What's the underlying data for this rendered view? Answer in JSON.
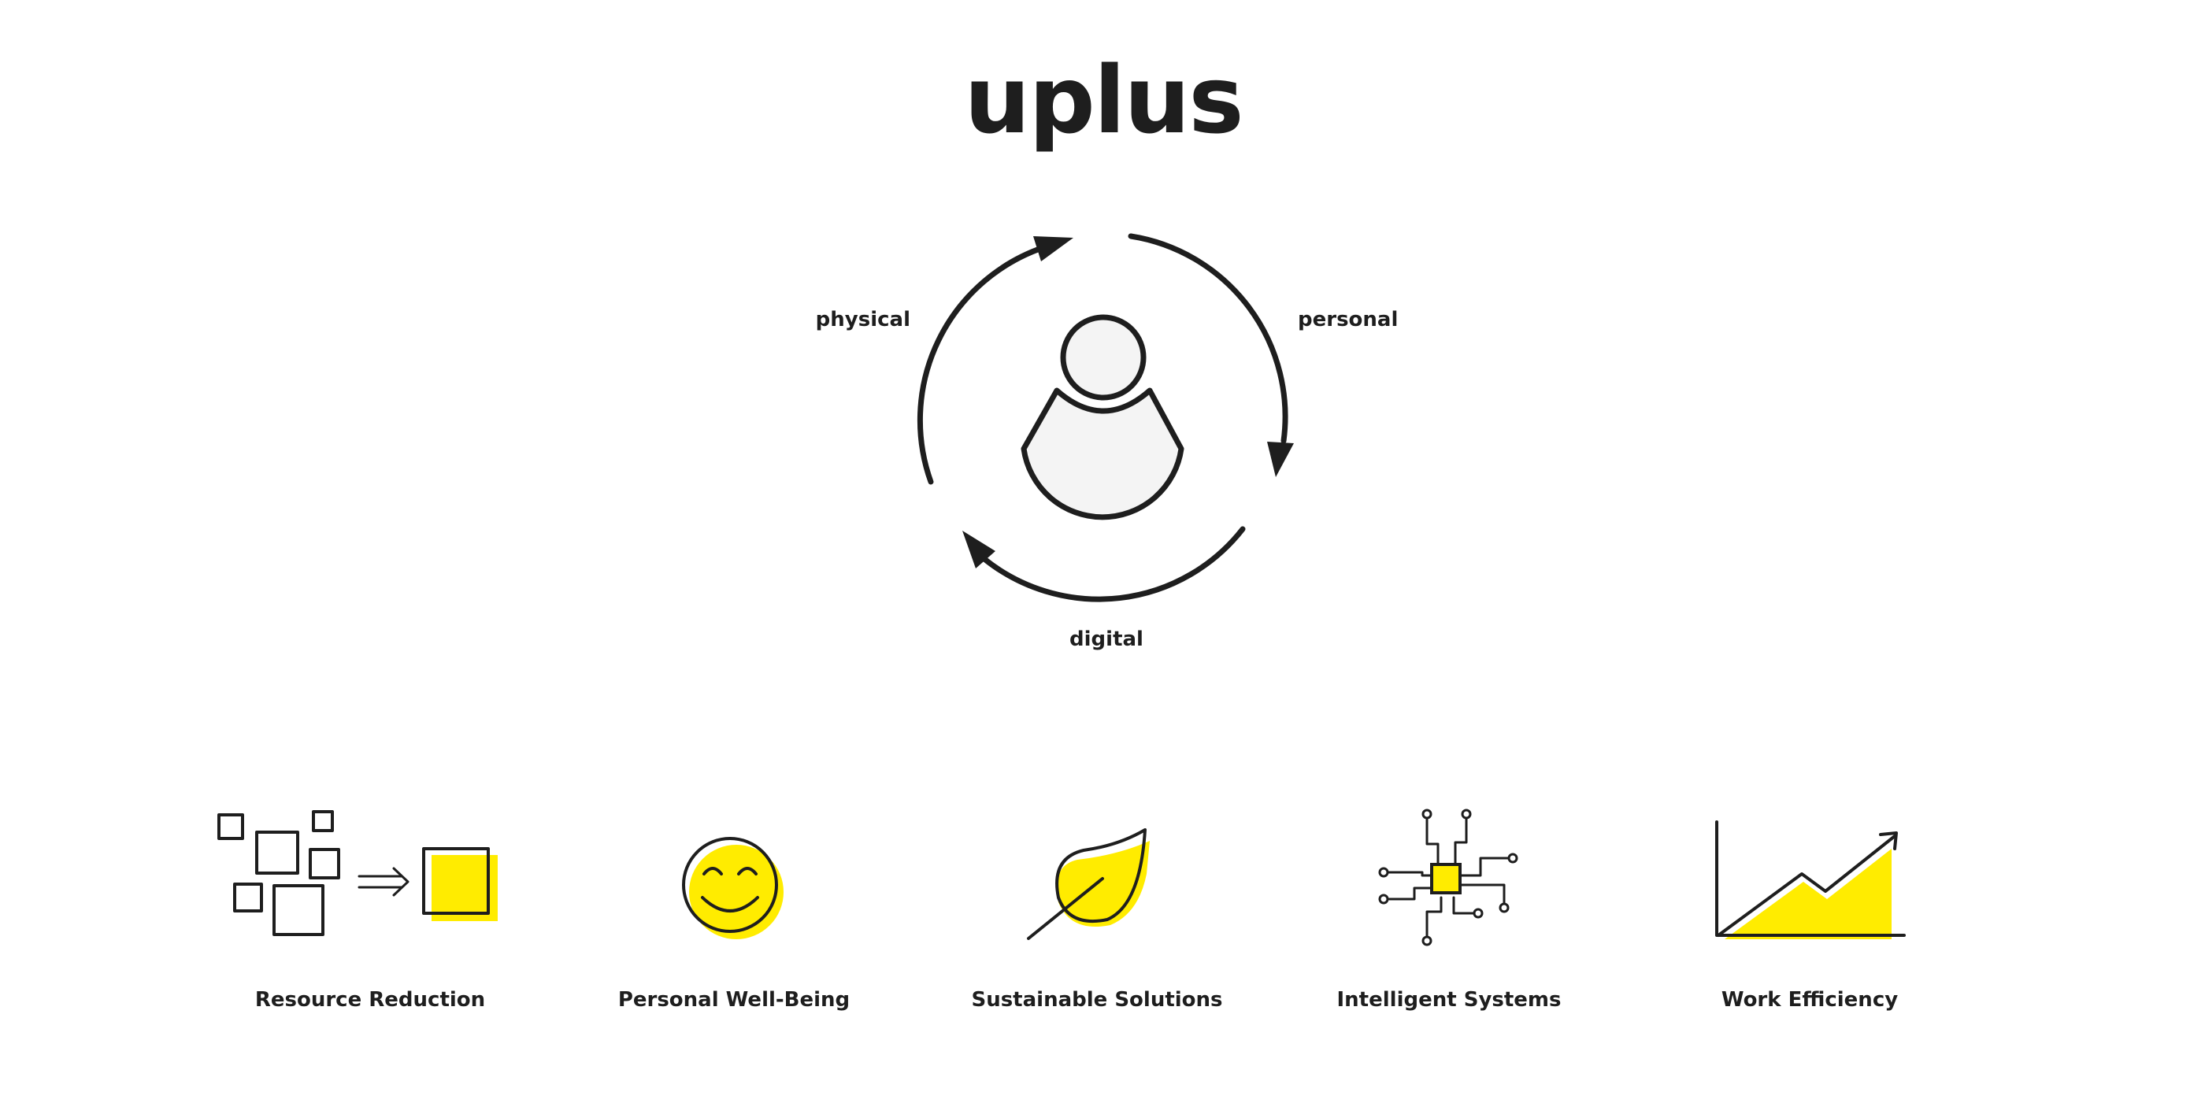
{
  "brand": {
    "logo_text": "uplus"
  },
  "cycle": {
    "labels": {
      "physical": "physical",
      "personal": "personal",
      "digital": "digital"
    }
  },
  "features": [
    {
      "label": "Resource Reduction",
      "icon": "resource-reduction-icon"
    },
    {
      "label": "Personal Well-Being",
      "icon": "smiley-icon"
    },
    {
      "label": "Sustainable Solutions",
      "icon": "leaf-icon"
    },
    {
      "label": "Intelligent Systems",
      "icon": "chip-icon"
    },
    {
      "label": "Work Efficiency",
      "icon": "growth-chart-icon"
    }
  ],
  "colors": {
    "accent": "#ffec00",
    "ink": "#1e1e1e",
    "person_fill": "#f4f4f4",
    "background": "#ffffff"
  }
}
